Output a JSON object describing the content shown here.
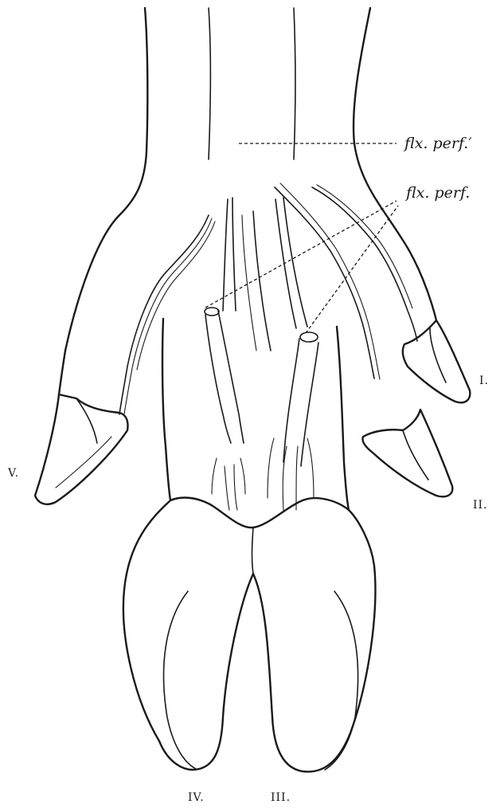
{
  "labels": {
    "flx_perf_prime": "flx. perf.′",
    "flx_perf": "flx. perf.",
    "digit_1": "I.",
    "digit_2": "II.",
    "digit_3": "III.",
    "digit_4": "IV.",
    "digit_5": "V."
  }
}
